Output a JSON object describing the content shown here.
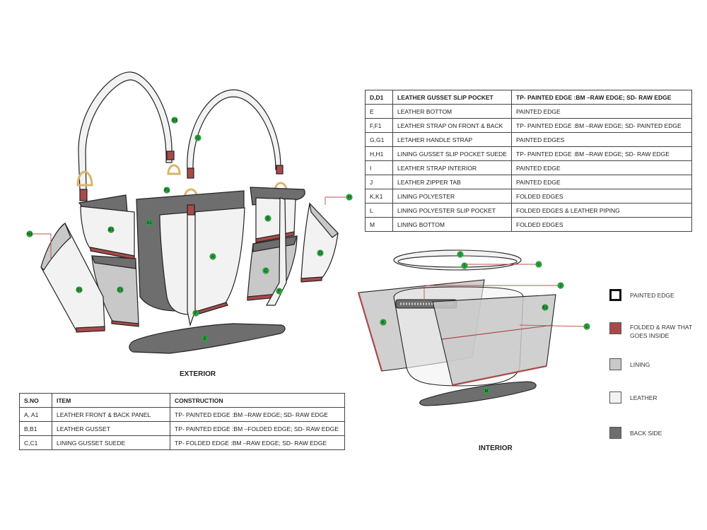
{
  "captions": {
    "exterior": "EXTERIOR",
    "interior": "INTERIOR"
  },
  "spec_top": {
    "rows": [
      [
        "D,D1",
        "LEATHER GUSSET SLIP POCKET",
        "TP- PAINTED EDGE :BM –RAW EDGE; SD- RAW EDGE"
      ],
      [
        "E",
        "LEATHER BOTTOM",
        "PAINTED EDGE"
      ],
      [
        "F,F1",
        "LEATHER STRAP ON FRONT & BACK",
        "TP- PAINTED EDGE :BM –RAW EDGE; SD- PAINTED EDGE"
      ],
      [
        "G,G1",
        "LETAHER HANDLE STRAP",
        "PAINTED EDGES"
      ],
      [
        "H,H1",
        "LINING GUSSET SLIP POCKET SUEDE",
        "TP- PAINTED EDGE :BM –RAW EDGE; SD- RAW EDGE"
      ],
      [
        "I",
        "LEATHER STRAP INTERIOR",
        "PAINTED EDGE"
      ],
      [
        "J",
        "LEATHER ZIPPER TAB",
        "PAINTED EDGE"
      ],
      [
        "K,K1",
        "LINING POLYESTER",
        "FOLDED EDGES"
      ],
      [
        "L",
        "LINING POLYESTER SLIP POCKET",
        "FOLDED EDGES & LEATHER   PIPING"
      ],
      [
        "M",
        "LINING BOTTOM",
        "FOLDED EDGES"
      ]
    ]
  },
  "spec_bottom": {
    "header": [
      "S.NO",
      "ITEM",
      "CONSTRUCTION"
    ],
    "rows": [
      [
        "A, A1",
        "LEATHER FRONT & BACK PANEL",
        "TP- PAINTED EDGE :BM –RAW EDGE; SD- RAW EDGE"
      ],
      [
        "B,B1",
        "LEATHER GUSSET",
        "TP- PAINTED EDGE :BM –FOLDED EDGE; SD- RAW EDGE"
      ],
      [
        "C,C1",
        "LINING GUSSET SUEDE",
        "TP- FOLDED EDGE :BM –RAW EDGE; SD- RAW EDGE"
      ]
    ]
  },
  "legend": [
    {
      "id": "painted",
      "label": "PAINTED EDGE",
      "fill": "#ffffff",
      "border": "#111111"
    },
    {
      "id": "folded",
      "label": "FOLDED & RAW THAT GOES INSIDE",
      "fill": "#a94a4a",
      "border": "#555555"
    },
    {
      "id": "lining",
      "label": "LINING",
      "fill": "#c8c8c8",
      "border": "#555555"
    },
    {
      "id": "leather",
      "label": "LEATHER",
      "fill": "#f2f2f2",
      "border": "#555555"
    },
    {
      "id": "backside",
      "label": "BACK SIDE",
      "fill": "#6e6e6e",
      "border": "#555555"
    }
  ],
  "exterior_labels": [
    "G1",
    "G",
    "F1",
    "A1",
    "B1",
    "H1",
    "D1",
    "C1",
    "A",
    "B",
    "C",
    "D",
    "H",
    "F",
    "F",
    "E"
  ],
  "interior_labels": [
    "I",
    "I",
    "I",
    "J",
    "K",
    "K1",
    "L",
    "M"
  ],
  "colors": {
    "leather": "#f2f2f2",
    "lining": "#c8c8c8",
    "backside": "#6e6e6e",
    "raw_edge": "#a94a4a",
    "marker": "#2e9e3e",
    "leader": "#c0504d",
    "hardware": "#d9b46a"
  }
}
